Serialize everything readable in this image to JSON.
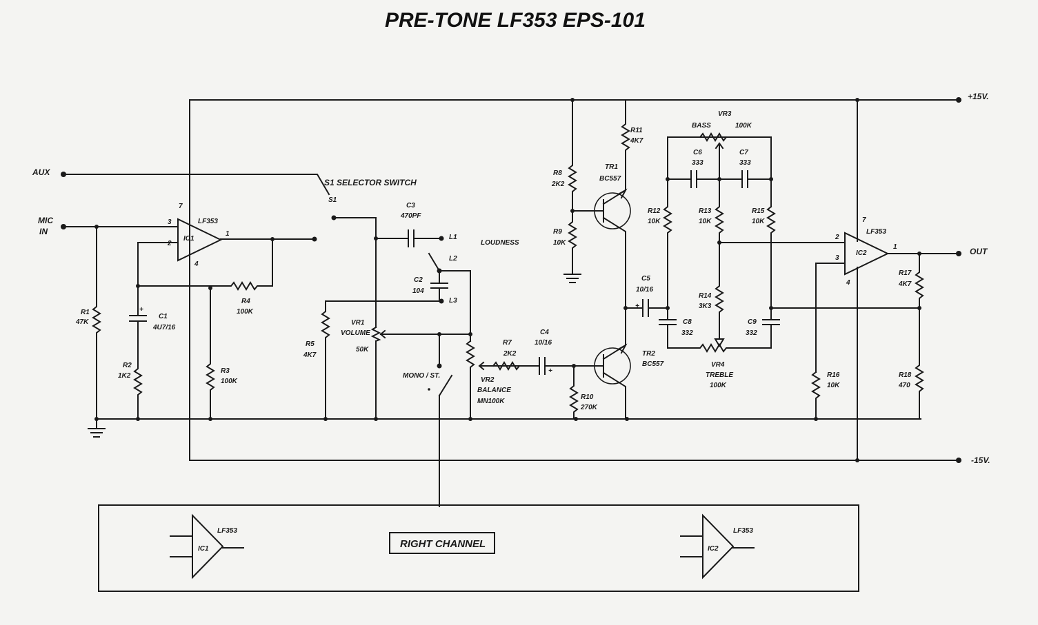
{
  "title": "PRE-TONE LF353 EPS-101",
  "rails": {
    "pos": "+15V.",
    "neg": "-15V."
  },
  "io": {
    "aux": "AUX",
    "mic_line1": "MIC",
    "mic_line2": "IN",
    "out": "OUT"
  },
  "switch": {
    "name": "S1 SELECTOR SWITCH",
    "ref": "S1",
    "mono": "MONO / ST."
  },
  "loudness": {
    "label": "LOUDNESS",
    "l1": "L1",
    "l2": "L2",
    "l3": "L3"
  },
  "ic1": {
    "ref": "IC1",
    "part": "LF353",
    "pin_in_plus": "3",
    "pin_in_minus": "2",
    "pin_out": "1",
    "pin_vp": "7",
    "pin_vn": "4"
  },
  "ic2": {
    "ref": "IC2",
    "part": "LF353",
    "pin_in_plus": "3",
    "pin_in_minus": "2",
    "pin_out": "1",
    "pin_vp": "7",
    "pin_vn": "4"
  },
  "tr1": {
    "ref": "TR1",
    "part": "BC557"
  },
  "tr2": {
    "ref": "TR2",
    "part": "BC557"
  },
  "resistors": {
    "r1": {
      "ref": "R1",
      "val": "47K"
    },
    "r2": {
      "ref": "R2",
      "val": "1K2"
    },
    "r3": {
      "ref": "R3",
      "val": "100K"
    },
    "r4": {
      "ref": "R4",
      "val": "100K"
    },
    "r5": {
      "ref": "R5",
      "val": "4K7"
    },
    "r7": {
      "ref": "R7",
      "val": "2K2"
    },
    "r8": {
      "ref": "R8",
      "val": "2K2"
    },
    "r9": {
      "ref": "R9",
      "val": "10K"
    },
    "r10": {
      "ref": "R10",
      "val": "270K"
    },
    "r11": {
      "ref": "R11",
      "val": "4K7"
    },
    "r12": {
      "ref": "R12",
      "val": "10K"
    },
    "r13": {
      "ref": "R13",
      "val": "10K"
    },
    "r14": {
      "ref": "R14",
      "val": "3K3"
    },
    "r15": {
      "ref": "R15",
      "val": "10K"
    },
    "r16": {
      "ref": "R16",
      "val": "10K"
    },
    "r17": {
      "ref": "R17",
      "val": "4K7"
    },
    "r18": {
      "ref": "R18",
      "val": "470"
    }
  },
  "capacitors": {
    "c1": {
      "ref": "C1",
      "val": "4U7/16"
    },
    "c2": {
      "ref": "C2",
      "val": "104"
    },
    "c3": {
      "ref": "C3",
      "val": "470PF"
    },
    "c4": {
      "ref": "C4",
      "val": "10/16"
    },
    "c5": {
      "ref": "C5",
      "val": "10/16"
    },
    "c6": {
      "ref": "C6",
      "val": "333"
    },
    "c7": {
      "ref": "C7",
      "val": "333"
    },
    "c8": {
      "ref": "C8",
      "val": "332"
    },
    "c9": {
      "ref": "C9",
      "val": "332"
    }
  },
  "pots": {
    "vr1": {
      "ref": "VR1",
      "name": "VOLUME",
      "val": "50K"
    },
    "vr2": {
      "ref": "VR2",
      "name": "BALANCE",
      "val": "MN100K"
    },
    "vr3": {
      "ref": "VR3",
      "name": "BASS",
      "val": "100K"
    },
    "vr4": {
      "ref": "VR4",
      "name": "TREBLE",
      "val": "100K"
    }
  },
  "right_channel": {
    "label": "RIGHT CHANNEL",
    "ic1": "IC1",
    "ic2": "IC2",
    "part1": "LF353",
    "part2": "LF353"
  }
}
